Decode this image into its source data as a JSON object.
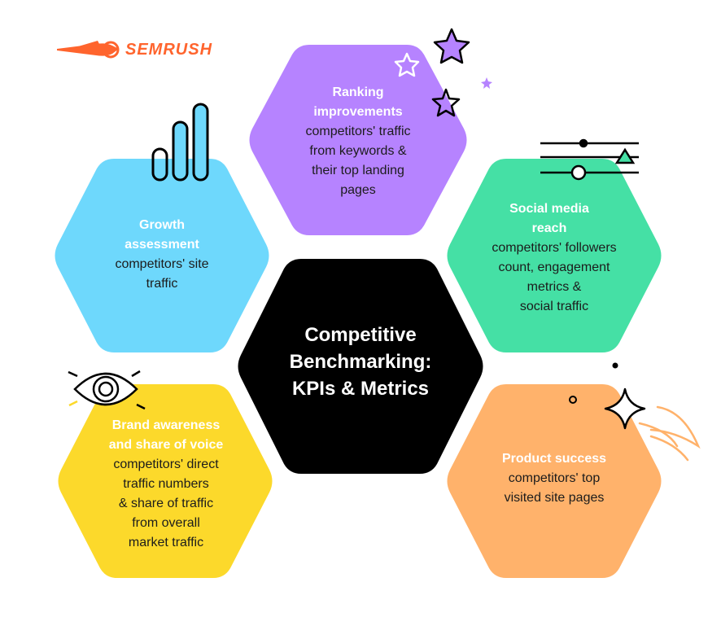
{
  "brand": {
    "name": "SEMRUSH",
    "color": "#ff642d"
  },
  "center": {
    "title_lines": [
      "Competitive",
      "Benchmarking:",
      "KPIs & Metrics"
    ],
    "color": "#000000"
  },
  "hexagons": [
    {
      "id": "ranking",
      "color": "#b683ff",
      "title_lines": [
        "Ranking",
        "improvements"
      ],
      "desc_lines": [
        "competitors' traffic",
        "from keywords &",
        "their top landing",
        "pages"
      ]
    },
    {
      "id": "growth",
      "color": "#6ed8fc",
      "title_lines": [
        "Growth",
        "assessment"
      ],
      "desc_lines": [
        "competitors' site",
        "traffic"
      ]
    },
    {
      "id": "social",
      "color": "#45e0a5",
      "title_lines": [
        "Social media",
        "reach"
      ],
      "desc_lines": [
        "competitors' followers",
        "count, engagement",
        "metrics &",
        "social traffic"
      ]
    },
    {
      "id": "brand",
      "color": "#fcd92b",
      "title_lines": [
        "Brand awareness",
        "and share of voice"
      ],
      "desc_lines": [
        "competitors' direct",
        "traffic numbers",
        "& share of traffic",
        "from overall",
        "market traffic"
      ]
    },
    {
      "id": "product",
      "color": "#ffb26b",
      "title_lines": [
        "Product success"
      ],
      "desc_lines": [
        "competitors' top",
        "visited site pages"
      ]
    }
  ],
  "icons": {
    "logo": "fireball-logo-icon",
    "bars": "bar-chart-icon",
    "sliders": "sliders-icon",
    "eye": "eye-icon",
    "stars": "sparkle-stars-icon",
    "rocket": "rocket-trail-icon"
  }
}
